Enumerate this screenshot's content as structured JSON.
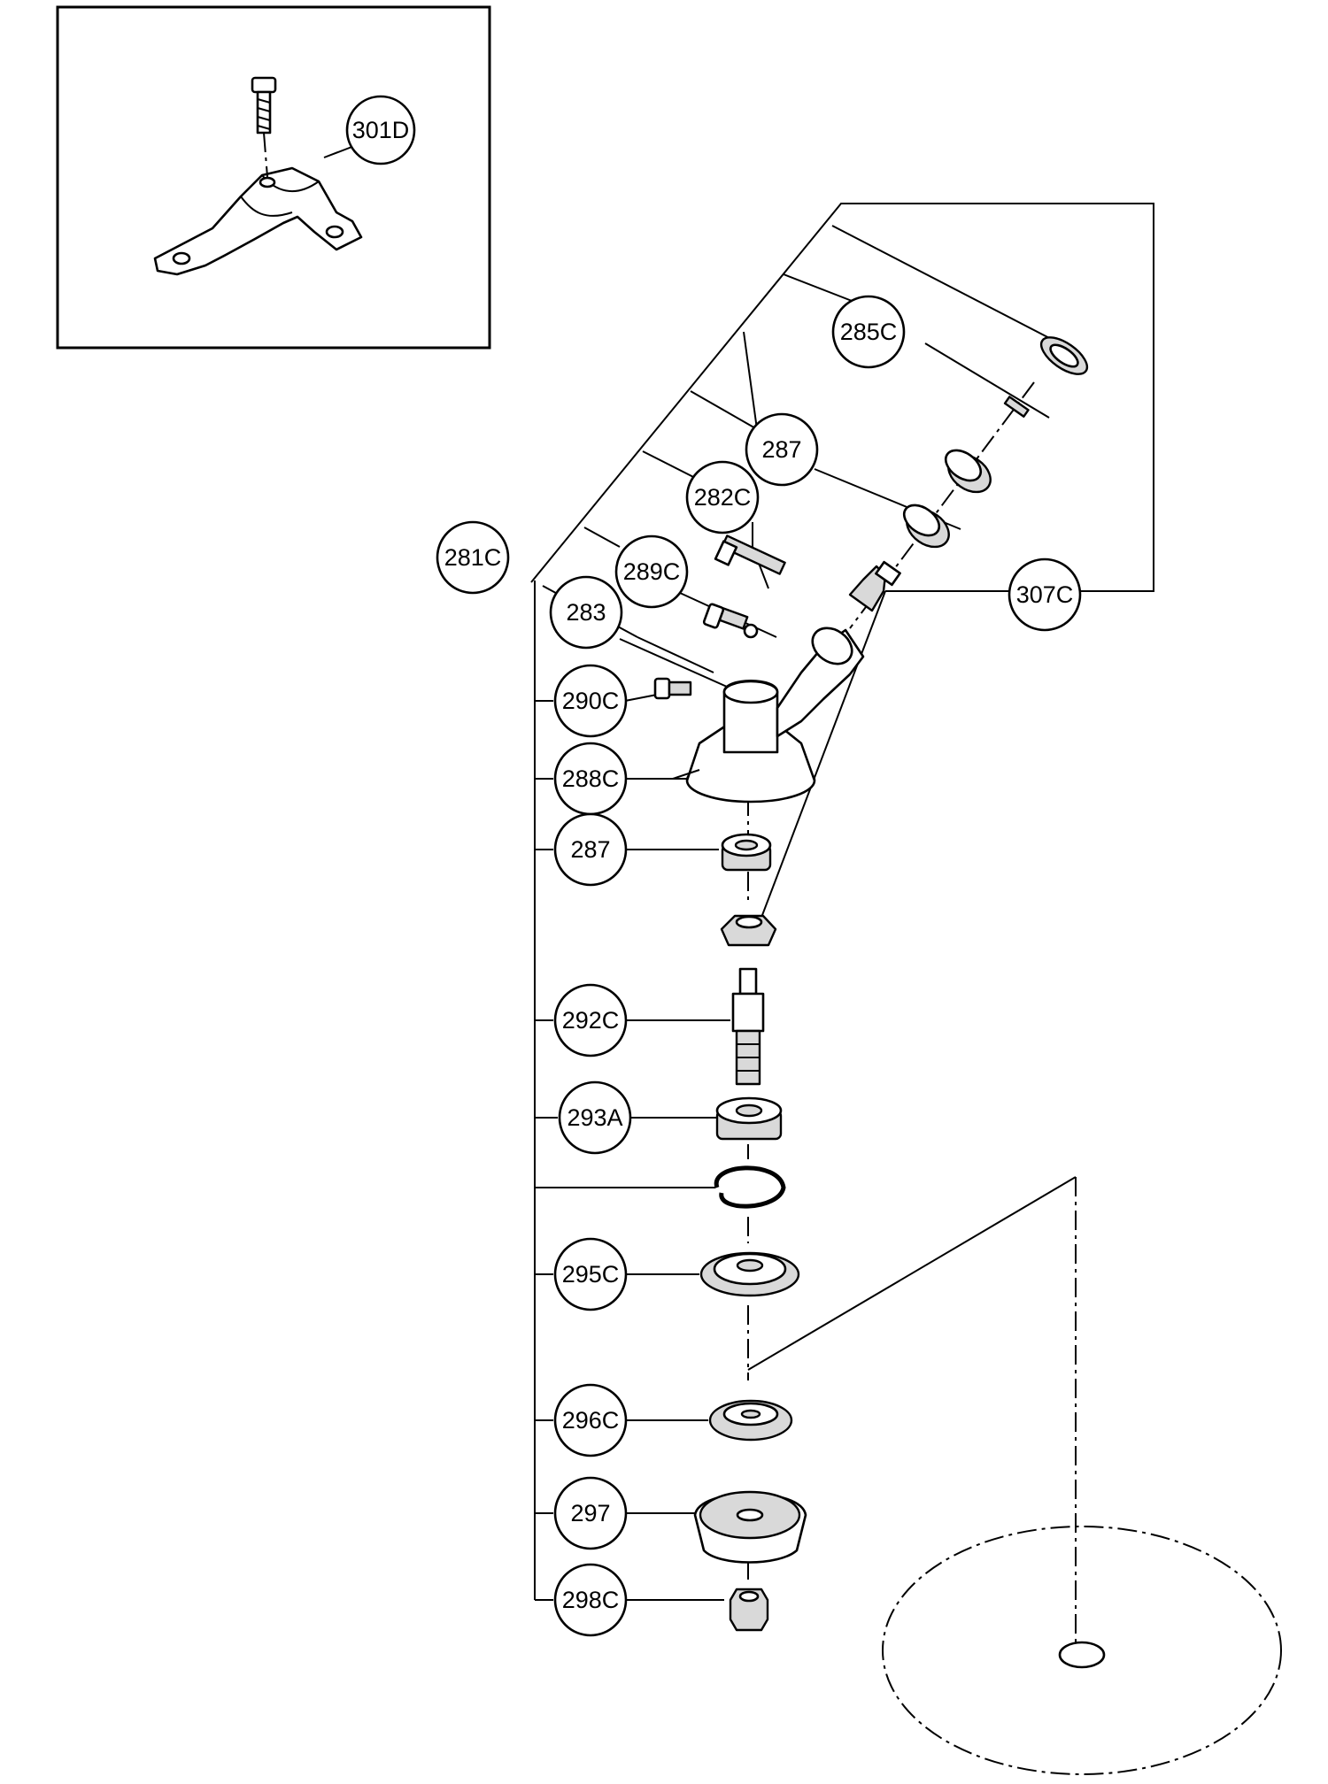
{
  "figure": {
    "inset_label": "301D",
    "callouts": {
      "c285C": "285C",
      "c287a": "287",
      "c282C": "282C",
      "c281C": "281C",
      "c289C": "289C",
      "c307C": "307C",
      "c283": "283",
      "c290C": "290C",
      "c288C": "288C",
      "c287b": "287",
      "c292C": "292C",
      "c293A": "293A",
      "c295C": "295C",
      "c296C": "296C",
      "c297": "297",
      "c298C": "298C"
    }
  }
}
